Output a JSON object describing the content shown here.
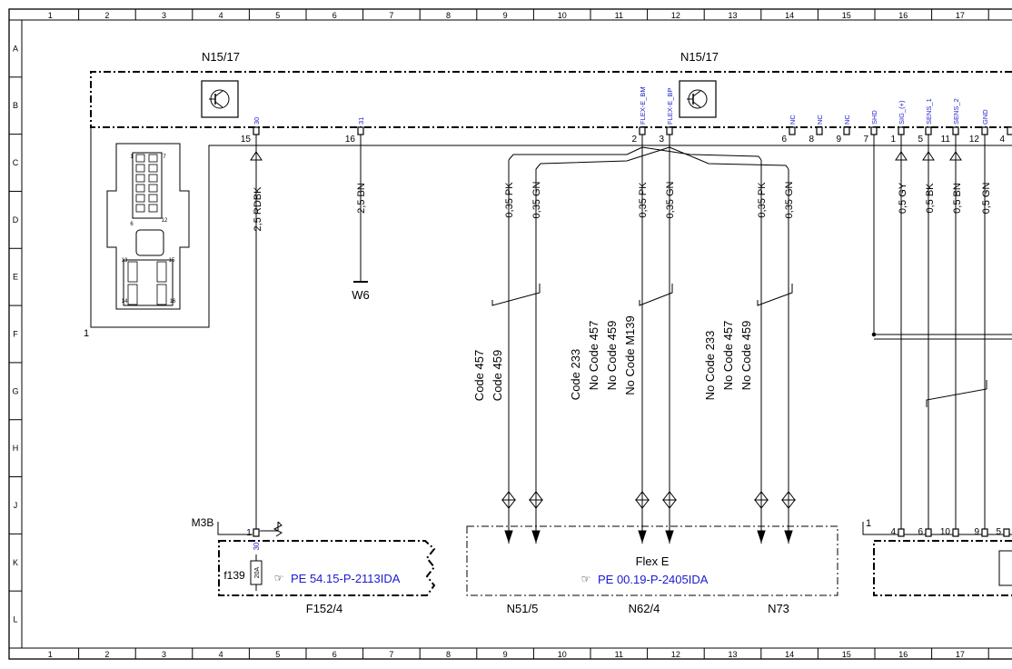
{
  "grid": {
    "columns": [
      "1",
      "2",
      "3",
      "4",
      "5",
      "6",
      "7",
      "8",
      "9",
      "10",
      "11",
      "12",
      "13",
      "14",
      "15",
      "16",
      "17"
    ],
    "rows": [
      "A",
      "B",
      "C",
      "D",
      "E",
      "F",
      "G",
      "H",
      "J",
      "K",
      "L"
    ]
  },
  "components": {
    "top_left_label": "N15/17",
    "top_right_label": "N15/17",
    "connector_view_number": "1",
    "connector_pin_numbers": [
      "1",
      "7",
      "6",
      "12",
      "13",
      "15",
      "14",
      "16"
    ],
    "ground_label": "W6",
    "right_block_number": "1",
    "m3b_label": "M3B",
    "fuse_label": "f139",
    "fuse_rating": "20A",
    "fuse_box_label": "F152/4",
    "fuse_box_pin": "1",
    "fuse_box_terminal": "30",
    "flex_e_label": "Flex E",
    "bottom_labels": [
      "N51/5",
      "N62/4",
      "N73"
    ]
  },
  "pins": [
    {
      "num": "15",
      "name": "30"
    },
    {
      "num": "16",
      "name": "31"
    },
    {
      "num": "2",
      "name": "FLEX-E_BM"
    },
    {
      "num": "3",
      "name": "FLEX-E_BP"
    },
    {
      "num": "6",
      "name": "NC"
    },
    {
      "num": "8",
      "name": "NC"
    },
    {
      "num": "9",
      "name": "NC"
    },
    {
      "num": "7",
      "name": "SHD"
    },
    {
      "num": "1",
      "name": "SIG_(+)"
    },
    {
      "num": "5",
      "name": "SENS_1"
    },
    {
      "num": "11",
      "name": "SENS_2"
    },
    {
      "num": "12",
      "name": "GND"
    },
    {
      "num": "4",
      "name": ""
    }
  ],
  "wires": [
    "2,5 RDBK",
    "2,5 BN",
    "0,35 PK",
    "0,35 GN",
    "0,35 PK",
    "0,35 GN",
    "0,35 PK",
    "0,35 GN",
    "0,5 GY",
    "0,5 BK",
    "0,5 BN",
    "0,5 GN"
  ],
  "codes": {
    "group1": [
      "Code 457",
      "Code 459"
    ],
    "group2": [
      "Code 233",
      "No Code 457",
      "No Code 459",
      "No Code M139"
    ],
    "group3": [
      "No Code 233",
      "No Code 457",
      "No Code 459"
    ]
  },
  "links": {
    "fuse_ref": "PE 54.15-P-2113IDA",
    "flex_ref": "PE 00.19-P-2405IDA"
  },
  "right_pins": [
    "4",
    "6",
    "10",
    "9",
    "5"
  ],
  "colors": {
    "line": "#000000",
    "link": "#1a1ad0"
  }
}
